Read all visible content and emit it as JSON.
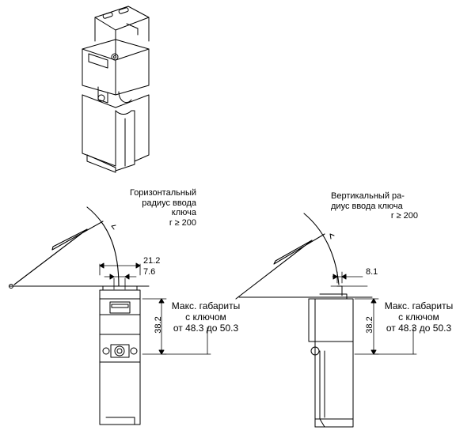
{
  "left_view": {
    "caption": [
      "Горизонтальный",
      "радиус ввода",
      "ключа",
      "r ≥ 200"
    ],
    "dim_width": "21.2",
    "dim_offset": "7.6",
    "dim_height": "38.2",
    "note": [
      "Макс. габариты",
      "с ключом",
      "от 48.3 до 50.3"
    ]
  },
  "right_view": {
    "caption": [
      "Вертикальный ра-",
      "диус ввода ключа",
      "r ≥ 200"
    ],
    "dim_offset": "8.1",
    "dim_height": "38.2",
    "note": [
      "Макс. габариты",
      "с ключом",
      "от 48.3 до 50.3"
    ]
  }
}
